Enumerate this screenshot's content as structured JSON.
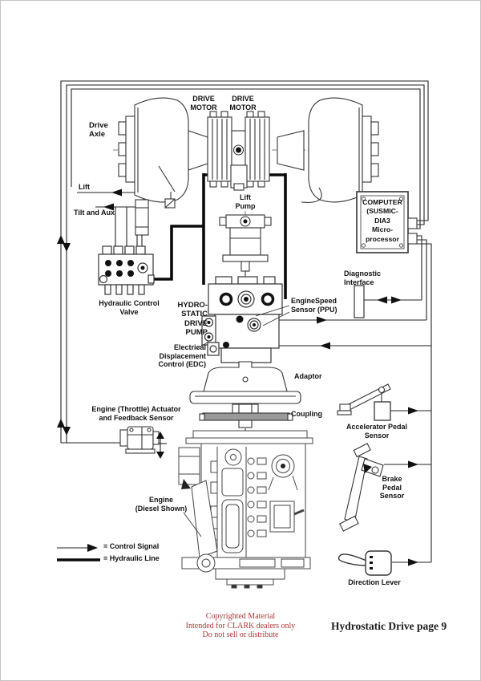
{
  "labels": {
    "drive_axle": "Drive\nAxle",
    "drive_motor_left": "DRIVE\nMOTOR",
    "drive_motor_right": "DRIVE\nMOTOR",
    "lift": "Lift",
    "tilt_and_aux": "Tilt and Aux",
    "lift_pump": "Lift\nPump",
    "computer": "COMPUTER\n(SUSMIC-\nDIA3\nMicro-\nprocessor",
    "diagnostic_interface": "Diagnostic\nInterface",
    "hydraulic_control_valve": "Hydraulic Control\nValve",
    "hydrostatic_drive_pump": "HYDRO-\nSTATIC\nDRIVE\nPUMP",
    "enginespeed_sensor": "EngineSpeed\nSensor (PPU)",
    "edc": "Electrical\nDisplacement\nControl (EDC)",
    "adaptor": "Adaptor",
    "coupling": "Coupling",
    "engine_throttle_actuator": "Engine (Throttle) Actuator\nand Feedback Sensor",
    "engine": "Engine\n(Diesel Shown)",
    "accelerator_pedal_sensor": "Accelerator Pedal\nSensor",
    "brake_pedal_sensor": "Brake\nPedal\nSensor",
    "direction_lever": "Direction Lever"
  },
  "legend": {
    "control_signal": "=  Control Signal",
    "hydraulic_line": "=  Hydraulic Line"
  },
  "footer": {
    "copyright": "Copyrighted Material\nIntended for CLARK dealers only\nDo not sell or distribute",
    "page_title": "Hydrostatic Drive page 9"
  },
  "colors": {
    "copyright_red": "#b03436",
    "line_black": "#1a1a1a"
  }
}
